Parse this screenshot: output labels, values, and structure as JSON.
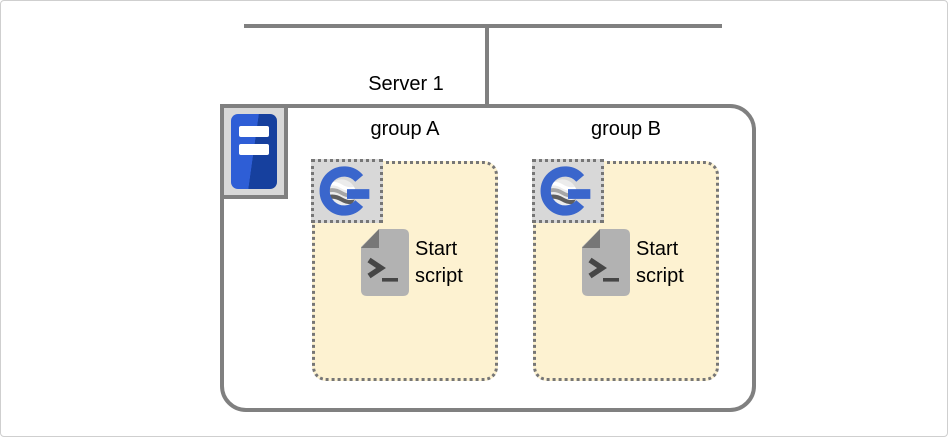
{
  "diagram": {
    "title": "server process-group topology",
    "server": {
      "label": "Server 1"
    },
    "groups": [
      {
        "label": "group A",
        "script_label": "Start script"
      },
      {
        "label": "group B",
        "script_label": "Start script"
      }
    ],
    "colors": {
      "line-gray": "#808080",
      "dot-gray": "#767676",
      "icon-bg": "#D8D8D8",
      "group-fill": "#FDF2D1",
      "accent-blue": "#3A66CC",
      "server-blue-light": "#2E5ED6",
      "server-blue-dark": "#16409E",
      "doc-gray": "#B2B2B2",
      "doc-fold": "#777777",
      "doc-glyph": "#464646"
    }
  }
}
